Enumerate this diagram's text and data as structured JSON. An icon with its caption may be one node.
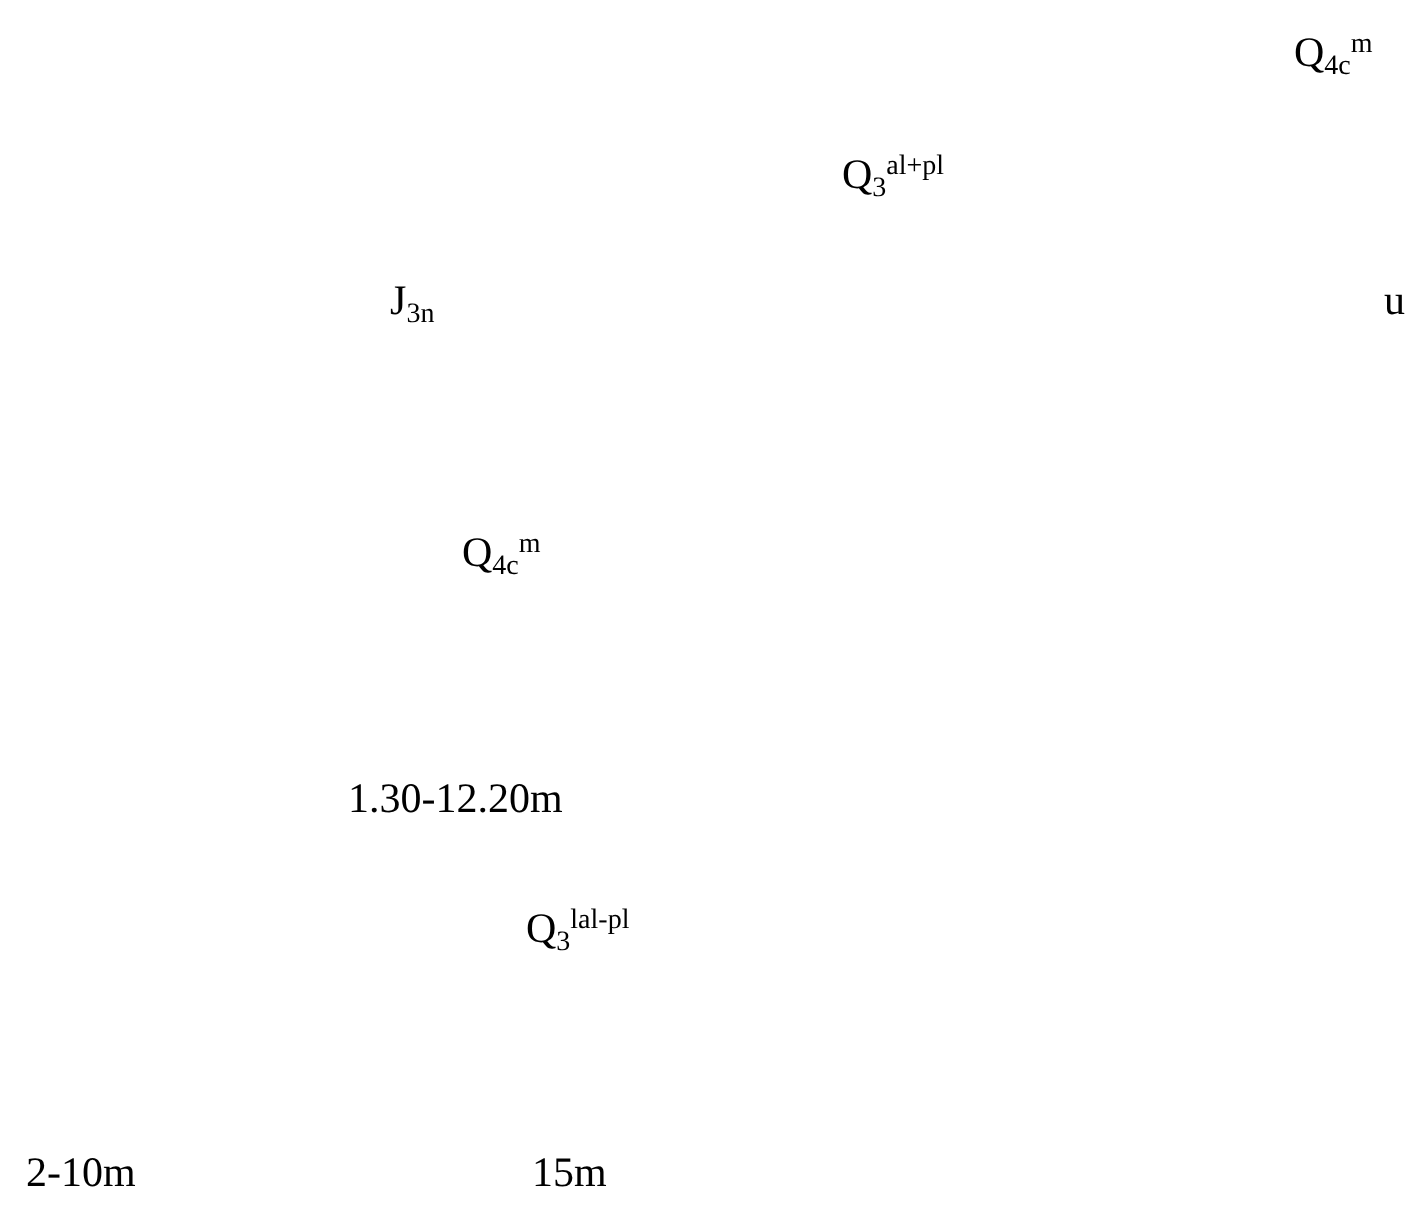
{
  "diagram": {
    "labels": [
      "Q$_{4c}$$^{m}$",
      "Q$_{3}$$^{al+pl}$",
      "J$_{3n}$",
      "u",
      "Q$_{4c}$$^{m}$",
      "1.30-12.20m",
      "Q$_{3}$$^{lal-pl}$",
      "2-10m",
      "15m"
    ]
  }
}
